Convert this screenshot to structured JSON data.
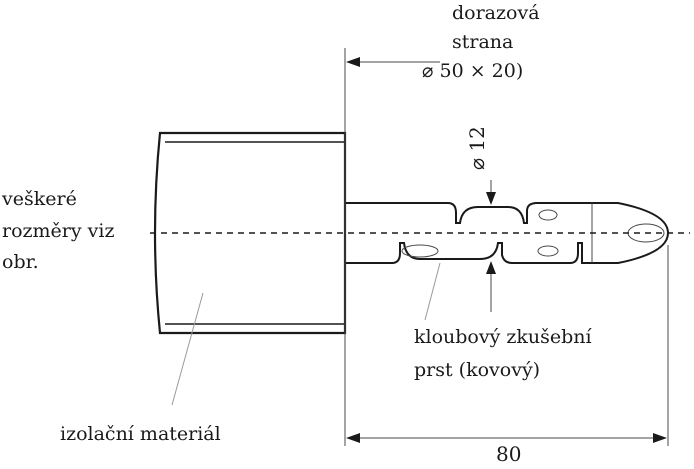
{
  "labels": {
    "stop_face_line1": "dorazová",
    "stop_face_line2": "strana",
    "stop_face_line3": "⌀ 50 × 20)",
    "dimensions_note_line1": "veškeré",
    "dimensions_note_line2": "rozměry viz",
    "dimensions_note_line3": "obr.",
    "insulation": "izolační materiál",
    "finger_line1": "kloubový zkušební",
    "finger_line2": "prst (kovový)"
  },
  "dimensions": {
    "diameter": "⌀ 12",
    "length": "80"
  }
}
